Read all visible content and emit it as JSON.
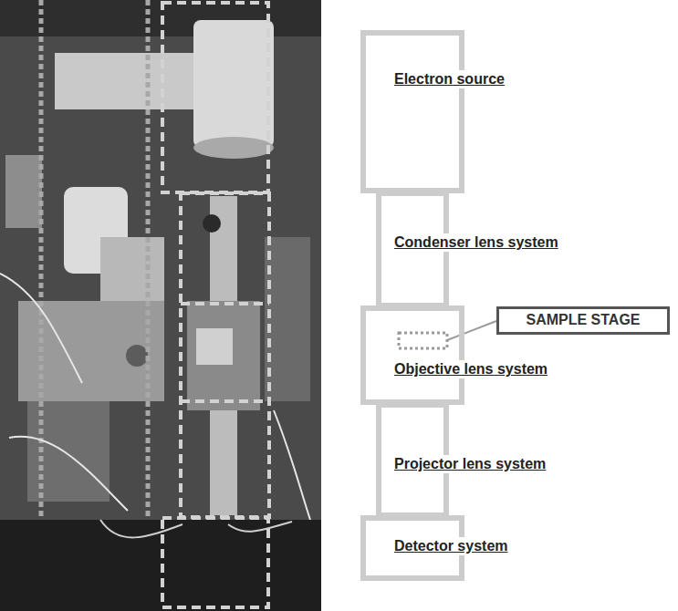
{
  "diagram": {
    "nodes": [
      {
        "text": [
          "Electron source"
        ]
      },
      {
        "text": [
          "Condenser lens system"
        ]
      },
      {
        "text": [
          "SAMPLE STAGE"
        ]
      },
      {
        "text": [
          "Objective lens system"
        ]
      },
      {
        "text": [
          "Projector lens system"
        ]
      },
      {
        "text": [
          "Detector system"
        ]
      }
    ]
  }
}
